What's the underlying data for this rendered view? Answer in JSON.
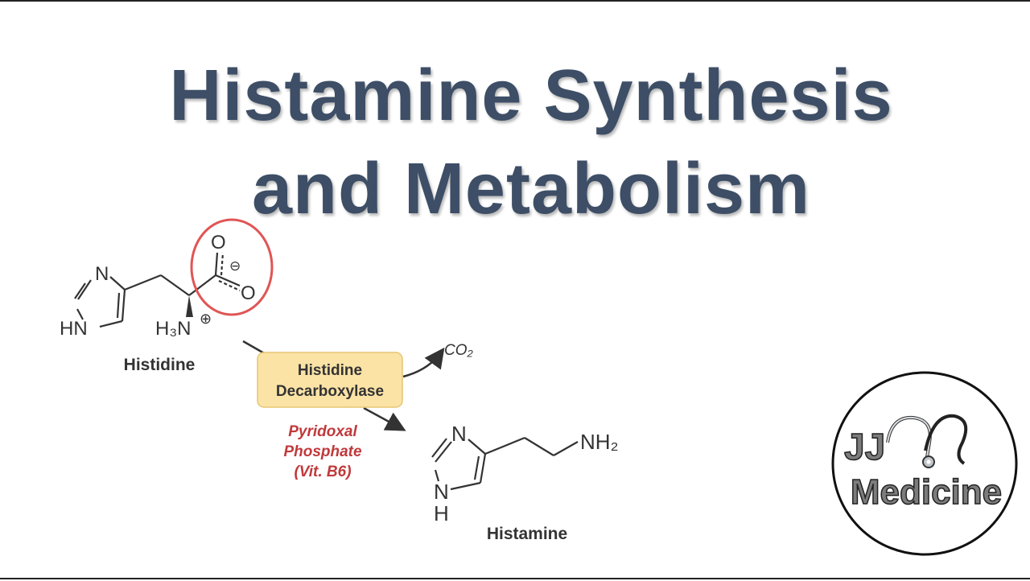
{
  "title": {
    "line1": "Histamine Synthesis",
    "line2": "and Metabolism"
  },
  "histidine": {
    "name": "Histidine",
    "atoms": {
      "n_ring": "N",
      "hn_ring": "HN",
      "o_top": "O",
      "o_right": "O",
      "charge_minus": "⊖",
      "amine": "H₃N",
      "charge_plus": "⊕"
    }
  },
  "reaction": {
    "enzyme_line1": "Histidine",
    "enzyme_line2": "Decarboxylase",
    "cofactor_line1": "Pyridoxal",
    "cofactor_line2": "Phosphate",
    "cofactor_line3": "(Vit. B6)",
    "byproduct": "CO₂"
  },
  "histamine": {
    "name": "Histamine",
    "atoms": {
      "n_ring": "N",
      "nh_n": "N",
      "nh_h": "H",
      "amine": "NH₂"
    }
  },
  "logo": {
    "line1": "JJ",
    "line2": "Medicine"
  },
  "colors": {
    "title": "#3d4e66",
    "highlight_circle": "#e05555",
    "enzyme_box": "#fbe3a6",
    "cofactor": "#c0393b",
    "structure": "#333333"
  }
}
